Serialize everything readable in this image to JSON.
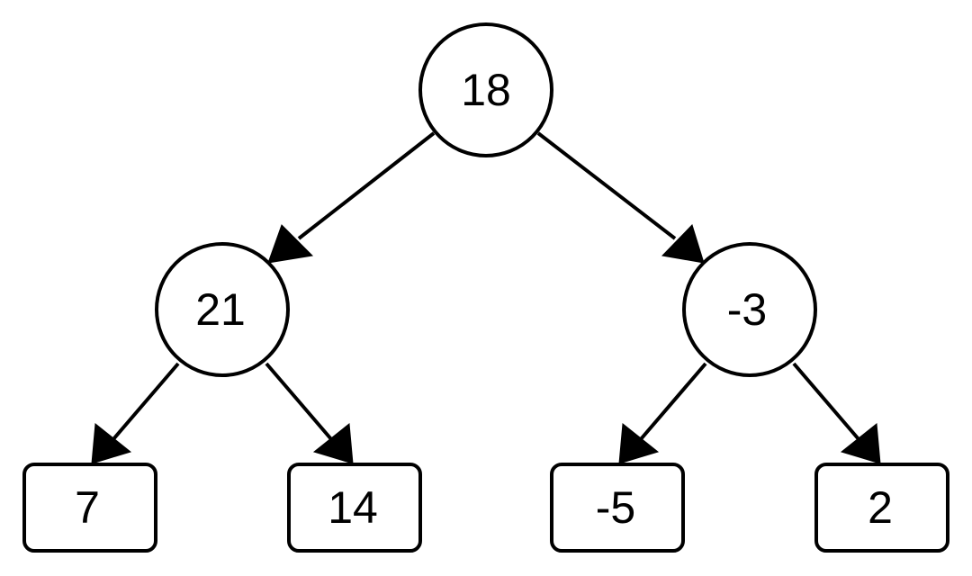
{
  "diagram": {
    "type": "binary-tree",
    "colors": {
      "stroke": "#000000",
      "fill": "#ffffff",
      "text": "#000000"
    },
    "nodes": {
      "root": {
        "label": "18",
        "shape": "circle"
      },
      "left": {
        "label": "21",
        "shape": "circle"
      },
      "right": {
        "label": "-3",
        "shape": "circle"
      },
      "left_left": {
        "label": "7",
        "shape": "rounded-rectangle"
      },
      "left_right": {
        "label": "14",
        "shape": "rounded-rectangle"
      },
      "right_left": {
        "label": "-5",
        "shape": "rounded-rectangle"
      },
      "right_right": {
        "label": "2",
        "shape": "rounded-rectangle"
      }
    },
    "edges": [
      {
        "from": "root",
        "to": "left"
      },
      {
        "from": "root",
        "to": "right"
      },
      {
        "from": "left",
        "to": "left_left"
      },
      {
        "from": "left",
        "to": "left_right"
      },
      {
        "from": "right",
        "to": "right_left"
      },
      {
        "from": "right",
        "to": "right_right"
      }
    ]
  }
}
